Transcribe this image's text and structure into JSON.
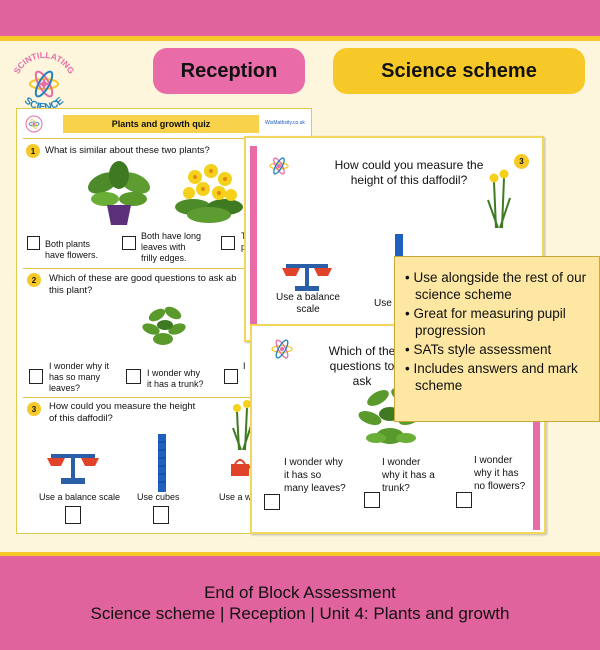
{
  "header": {
    "logo_text_top": "SCINTILLATING",
    "logo_text_bottom": "SCIENCE",
    "reception_label": "Reception",
    "science_label": "Science scheme"
  },
  "sheet1": {
    "title": "Plants and growth quiz",
    "site": "WisMathsity.co.uk",
    "q1": {
      "number": "1",
      "text": "What is similar about these two plants?",
      "option_a_line1": "Both plants",
      "option_a_line2": "have flowers.",
      "option_b_line1": "Both have long",
      "option_b_line2": "leaves with",
      "option_b_line3": "frilly edges.",
      "option_c_line1": "T",
      "option_c_line2": "p"
    },
    "q2": {
      "number": "2",
      "text_line1": "Which of these are good questions to ask ab",
      "text_line2": "this plant?",
      "option_a_line1": "I wonder why it",
      "option_a_line2": "has so many",
      "option_a_line3": "leaves?",
      "option_b_line1": "I wonder why",
      "option_b_line2": "it has a trunk?",
      "option_c": "I"
    },
    "q3": {
      "number": "3",
      "text_line1": "How could you measure the height",
      "text_line2": "of this daffodil?",
      "option_a": "Use a balance scale",
      "option_b": "Use cubes",
      "option_c": "Use a w"
    }
  },
  "sheet2": {
    "number": "3",
    "text_line1": "How could you measure the",
    "text_line2": "height of this daffodil?",
    "option_a_line1": "Use a balance",
    "option_a_line2": "scale",
    "option_b": "Use"
  },
  "sheet3": {
    "text_line1": "Which of the",
    "text_line2": "questions to ask",
    "option_a_line1": "I wonder why",
    "option_a_line2": "it has so",
    "option_a_line3": "many leaves?",
    "option_b_line1": "I wonder",
    "option_b_line2": "why it has a",
    "option_b_line3": "trunk?",
    "option_c_line1": "I wonder",
    "option_c_line2": "why it has",
    "option_c_line3": "no flowers?"
  },
  "callout": {
    "items": [
      "Use alongside the rest of our science scheme",
      "Great for measuring pupil progression",
      "SATs style assessment",
      "Includes answers and mark scheme"
    ]
  },
  "footer": {
    "line1": "End of Block Assessment",
    "line2": "Science scheme | Reception | Unit 4: Plants and growth"
  },
  "colors": {
    "pink": "#e0639d",
    "yellow": "#f7c928",
    "cream": "#fdf6dc",
    "callout": "#fde7a3"
  }
}
